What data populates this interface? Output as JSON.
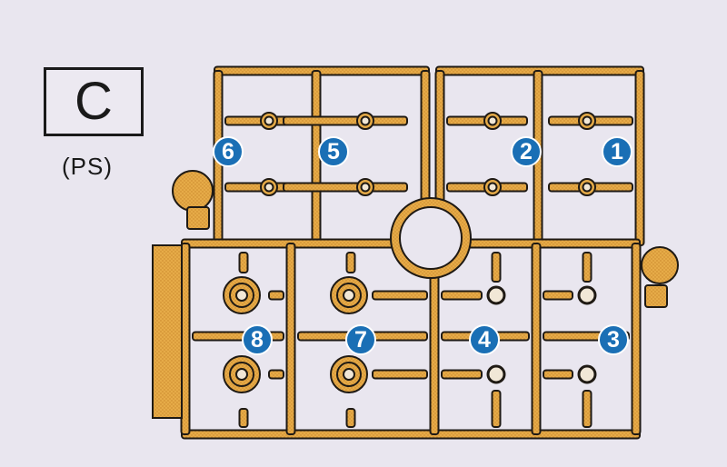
{
  "sprue": {
    "letter": "C",
    "material": "(PS)",
    "color": "#e2a844",
    "outline_color": "#1f1a14"
  },
  "parts": [
    {
      "id": "part-1",
      "number": "1"
    },
    {
      "id": "part-2",
      "number": "2"
    },
    {
      "id": "part-3",
      "number": "3"
    },
    {
      "id": "part-4",
      "number": "4"
    },
    {
      "id": "part-5",
      "number": "5"
    },
    {
      "id": "part-6",
      "number": "6"
    },
    {
      "id": "part-7",
      "number": "7"
    },
    {
      "id": "part-8",
      "number": "8"
    }
  ],
  "badge_color": "#1a6fb5"
}
